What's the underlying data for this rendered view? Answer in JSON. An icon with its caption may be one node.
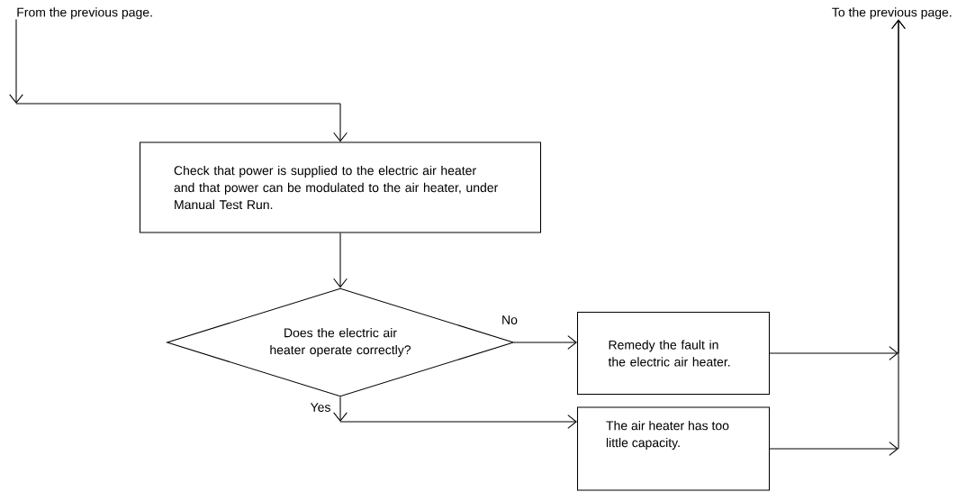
{
  "diagram": {
    "nodes": [
      {
        "text": [
          "From the previous page."
        ]
      },
      {
        "text": [
          "To the previous page."
        ]
      },
      {
        "text": [
          "Check that power is supplied to the electric air heater and that power can be modulated to the air heater, under Manual Test Run."
        ]
      },
      {
        "text": [
          "Does the electric air heater operate correctly?"
        ]
      },
      {
        "text": [
          "Remedy the fault in the electric air heater."
        ]
      },
      {
        "text": [
          "The air heater has too little capacity."
        ]
      }
    ],
    "edges": [
      {
        "from": 0,
        "to": 2,
        "arrow": "to"
      },
      {
        "from": 2,
        "to": 3,
        "arrow": "to"
      },
      {
        "from": 3,
        "to": 4,
        "arrow": "to",
        "label": "No"
      },
      {
        "from": 3,
        "to": 5,
        "arrow": "to",
        "label": "Yes"
      },
      {
        "from": 4,
        "to": 1,
        "arrow": "to"
      },
      {
        "from": 5,
        "to": 1,
        "arrow": "to"
      }
    ]
  }
}
